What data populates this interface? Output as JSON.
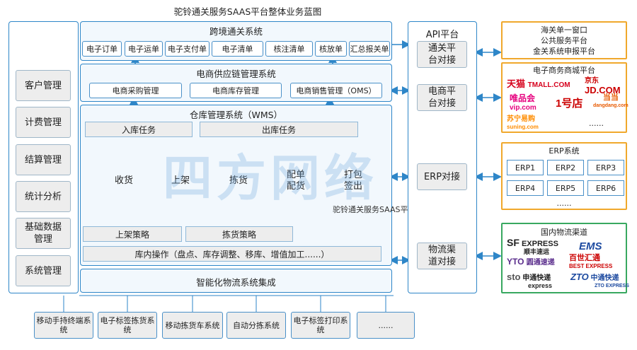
{
  "top_title": "驼铃通关服务SAAS平台整体业务蓝图",
  "watermark_title": "驼铃通关服务SAAS平台整体业务蓝图",
  "watermark_text": "四方网络",
  "left_sidebar": [
    "客户管理",
    "计费管理",
    "结算管理",
    "统计分析",
    "基础数据管理",
    "系统管理"
  ],
  "customs": {
    "title": "跨境通关系统",
    "items": [
      "电子订单",
      "电子运单",
      "电子支付单",
      "电子清单",
      "核注清单",
      "核放单",
      "汇总报关单"
    ]
  },
  "oms": {
    "title": "电商供应链管理系统",
    "items": [
      "电商采购管理",
      "电商库存管理",
      "电商销售管理（OMS）"
    ]
  },
  "wms": {
    "title": "仓库管理系统（WMS）",
    "inbound_task": "入库任务",
    "outbound_task": "出库任务",
    "flow": [
      "收货",
      "上架",
      "拣货",
      "配单\n配货",
      "打包\n签出"
    ],
    "putaway_strategy": "上架策略",
    "picking_strategy": "拣货策略",
    "inventory_ops": "库内操作（盘点、库存调整、移库、增值加工......）"
  },
  "integration": "智能化物流系统集成",
  "bottom_systems": [
    "移动手持终端系统",
    "电子标签拣货系统",
    "移动拣货车系统",
    "自动分拣系统",
    "电子标签打印系统",
    "......"
  ],
  "api": {
    "title": "API平台",
    "items": [
      "通关平台对接",
      "电商平台对接",
      "ERP对接",
      "物流渠道对接"
    ]
  },
  "customs_window": [
    "海关单一窗口",
    "公共服务平台",
    "金关系统申报平台"
  ],
  "ecommerce": {
    "title": "电子商务商城平台",
    "logos": [
      "天猫",
      "TMALL.COM",
      "京东",
      "JD.COM",
      "唯品会",
      "vip.com",
      "1号店",
      "当当",
      "dangdang.com",
      "苏宁易购",
      "suning.com"
    ],
    "more": "......"
  },
  "erp": {
    "title": "ERP系统",
    "items": [
      "ERP1",
      "ERP2",
      "ERP3",
      "ERP4",
      "ERP5",
      "ERP6"
    ],
    "more": "......"
  },
  "logistics": {
    "title": "国内物流渠道",
    "logos": [
      "SF",
      "EXPRESS",
      "顺丰速运",
      "EMS",
      "YTO",
      "圆通速递",
      "百世汇通",
      "BEST EXPRESS",
      "sto",
      "申通快递",
      "express",
      "ZTO",
      "中通快递",
      "ZTO EXPRESS"
    ]
  },
  "colors": {
    "blue": "#2e86c8",
    "orange": "#f0a82c",
    "green": "#38a860",
    "grey": "#ededed"
  }
}
